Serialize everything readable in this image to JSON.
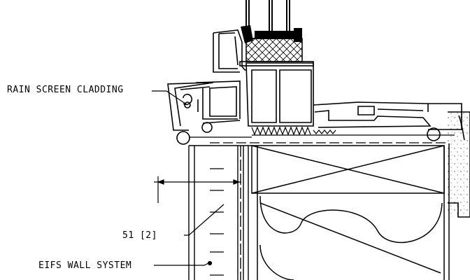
{
  "labels": {
    "rain_screen": "RAIN SCREEN CLADDING",
    "dimension": "51 [2]",
    "eifs": "EIFS WALL SYSTEM"
  },
  "colors": {
    "line": "#000000",
    "background": "#ffffff"
  }
}
